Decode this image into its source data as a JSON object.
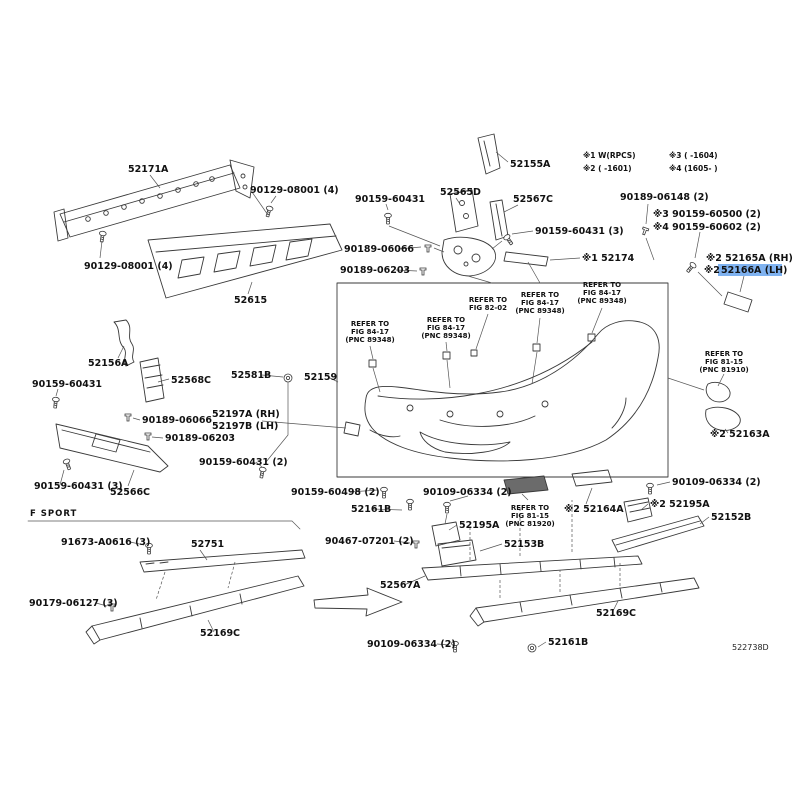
{
  "doc": {
    "figure_code": "522738D"
  },
  "legend": {
    "l1": "※1 W(RPCS)",
    "l2": "※2 (  -1601)",
    "l3": "※3 (  -1604)",
    "l4": "※4 (1605-  )"
  },
  "labels": {
    "reinforcement": "52171A",
    "bolt_top": "90129-08001 (4)",
    "bolt_left": "90129-08001 (4)",
    "side_support": "52155A",
    "screw_top": "90159-60431",
    "bracket_52565d": "52565D",
    "support_52567c": "52567C",
    "grommet_06148": "90189-06148 (2)",
    "screw_60500": "※3 90159-60500 (2)",
    "screw_60602": "※4 90159-60602 (2)",
    "clip_06066_r": "90189-06066",
    "screw_60431_3r": "90159-60431 (3)",
    "pad_52174": "※1 52174",
    "pad_52165a": "※2 52165A (RH)",
    "pad_52166a_prefix": "※2",
    "pad_52166a": "52166A (LH)",
    "clip_06203_r": "90189-06203",
    "absorber": "52615",
    "seal_52156a": "52156A",
    "bracket_52568c": "52568C",
    "grommet_52581b": "52581B",
    "bumper_cover": "52159",
    "screw_60431_l": "90159-60431",
    "clip_06066_l": "90189-06066",
    "bracket_52197a": "52197A (RH)",
    "bracket_52197b": "52197B (LH)",
    "clip_06203_l": "90189-06203",
    "screw_60431_2": "90159-60431 (2)",
    "screw_60431_3l": "90159-60431 (3)",
    "bracket_52566c": "52566C",
    "cover_52163a": "※2 52163A",
    "screw_60498": "90159-60498 (2)",
    "support_52161b_u": "52161B",
    "bolt_06334_c": "90109-06334 (2)",
    "reflector_52164a": "※2 52164A",
    "bolt_06334_r": "90109-06334 (2)",
    "bracket_52195a_r": "※2 52195A",
    "lower_cover_52152b": "52152B",
    "bracket_52195a_l": "52195A",
    "cover_52153b": "52153B",
    "clip_07201": "90467-07201 (2)",
    "deflector_52567a": "52567A",
    "fsport_header": "F SPORT",
    "screw_91673": "91673-A0616 (3)",
    "molding_52751": "52751",
    "clip_90179": "90179-06127 (3)",
    "strip_52169c_l": "52169C",
    "strip_52169c_r": "52169C",
    "bolt_06334_b": "90109-06334 (2)",
    "grommet_52161b_b": "52161B"
  },
  "refer": {
    "r1": [
      "REFER TO",
      "FIG 84-17",
      "(PNC 89348)"
    ],
    "r2": [
      "REFER TO",
      "FIG 84-17",
      "(PNC 89348)"
    ],
    "r3": [
      "REFER TO",
      "FIG 82-02"
    ],
    "r4": [
      "REFER TO",
      "FIG 84-17",
      "(PNC 89348)"
    ],
    "r5": [
      "REFER TO",
      "FIG 84-17",
      "(PNC 89348)"
    ],
    "r6": [
      "REFER TO",
      "FIG 81-15",
      "(PNC 81910)"
    ],
    "r7": [
      "REFER TO",
      "FIG 81-15",
      "(PNC 81920)"
    ]
  },
  "colors": {
    "highlight_bg": "#7FB2F0",
    "highlight_text": "#00217A",
    "line": "#3a3a3a"
  }
}
